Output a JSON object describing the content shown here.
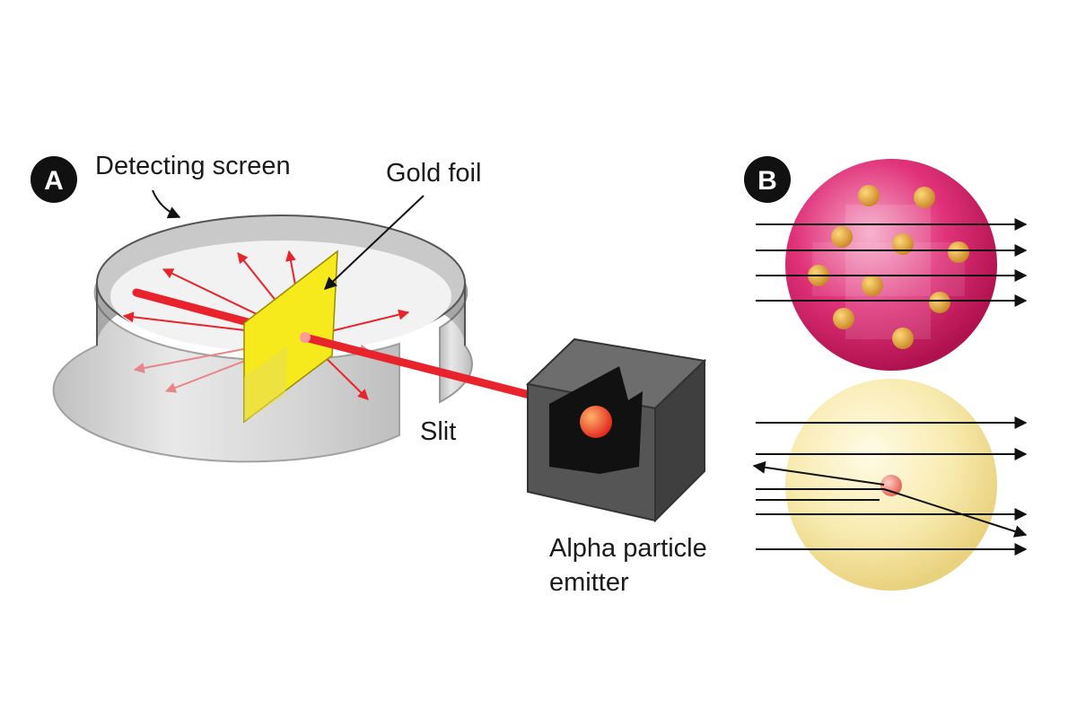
{
  "panel_a": {
    "badge": "A",
    "labels": {
      "detecting_screen": "Detecting screen",
      "gold_foil": "Gold foil",
      "slit": "Slit",
      "emitter_line1": "Alpha particle",
      "emitter_line2": "emitter"
    }
  },
  "panel_b": {
    "badge": "B"
  },
  "colors": {
    "beam": "#e8232b",
    "foil": "#f6ea1c",
    "emitter_box": "#555555",
    "plum_pudding": "#d9276e",
    "nuclear_atom": "#f5e7a6",
    "electron": "#e0a040",
    "arrow": "#111111"
  }
}
